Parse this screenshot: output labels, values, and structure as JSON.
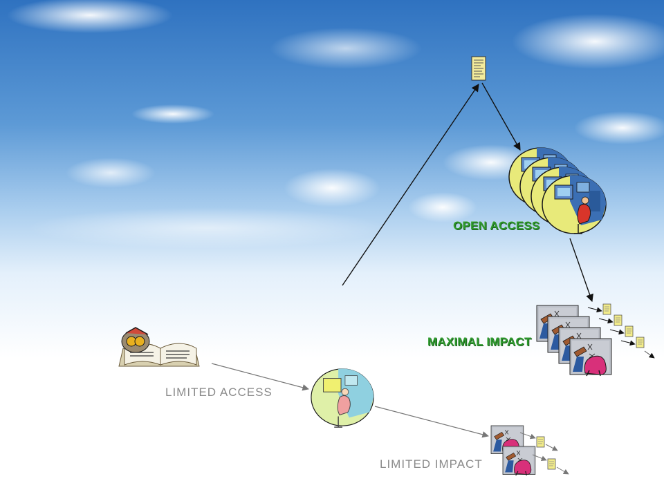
{
  "labels": {
    "open_access": "OPEN ACCESS",
    "maximal_impact": "MAXIMAL IMPACT",
    "limited_access": "LIMITED ACCESS",
    "limited_impact": "LIMITED IMPACT"
  },
  "colors": {
    "accent_green": "#2e9a2e",
    "label_gray": "#8a8a8a",
    "sky_top": "#2f78c8",
    "sky_bottom": "#ffffff"
  },
  "icons": [
    "sky-background",
    "paper-document-icon",
    "reader-computer-icon",
    "researcher-icon",
    "citation-document-icon",
    "open-book-icon"
  ]
}
